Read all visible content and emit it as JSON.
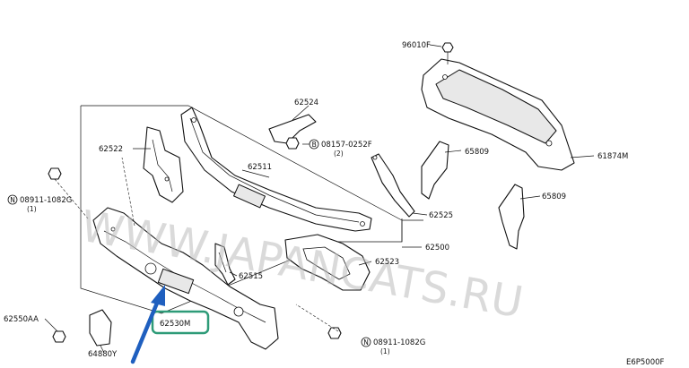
{
  "watermark": "WWW.JAPANCATS.RU",
  "diagram_code": "E6P5000F",
  "highlight_color": "#2e9b78",
  "arrow_color": "#1f5fbf",
  "labels": {
    "p96010F": "96010F",
    "p62524": "62524",
    "p08157": "08157-0252F",
    "p08157_qty": "(2)",
    "p62522": "62522",
    "p62511": "62511",
    "p65809a": "65809",
    "p61874M": "61874M",
    "p08911a": "08911-1082G",
    "p08911a_qty": "(1)",
    "p62525": "62525",
    "p65809b": "65809",
    "p62500": "62500",
    "p62523": "62523",
    "p62515": "62515",
    "p62550AA": "62550AA",
    "p62530M": "62530M",
    "p64880Y": "64880Y",
    "p08911b": "08911-1082G",
    "p08911b_qty": "(1)"
  },
  "bolt_marks": {
    "n": "N",
    "b": "B"
  }
}
